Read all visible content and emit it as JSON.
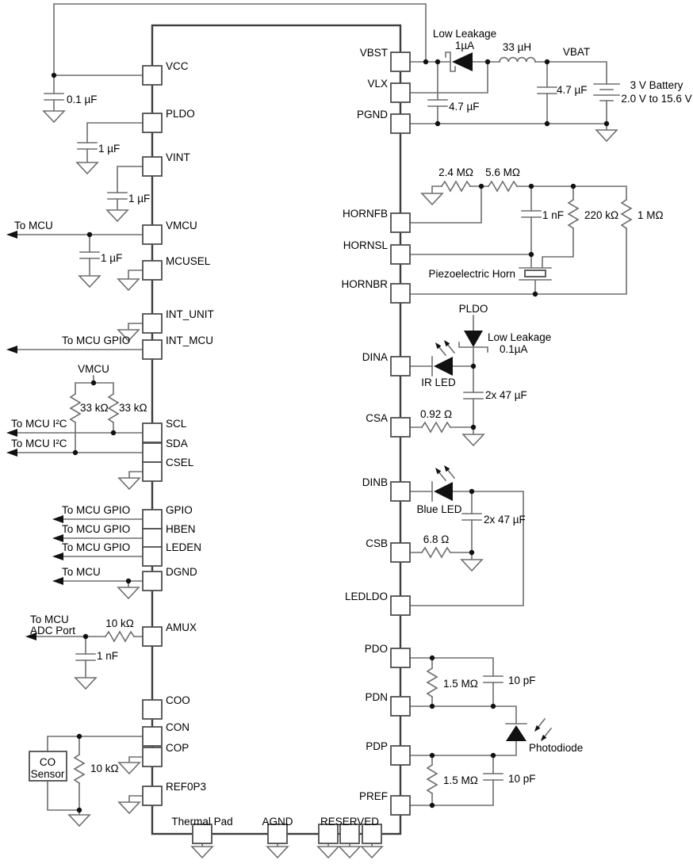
{
  "colors": {
    "wire": "#6e6e6e",
    "chip_outline": "#3d3d3d",
    "symbol_fill": "#111111",
    "text": "#000000",
    "background": "#ffffff"
  },
  "pins": {
    "left": [
      {
        "label": "VCC"
      },
      {
        "label": "PLDO"
      },
      {
        "label": "VINT"
      },
      {
        "label": "VMCU"
      },
      {
        "label": "MCUSEL"
      },
      {
        "label": "INT_UNIT"
      },
      {
        "label": "INT_MCU"
      },
      {
        "label": "SCL"
      },
      {
        "label": "SDA"
      },
      {
        "label": "CSEL"
      },
      {
        "label": "GPIO"
      },
      {
        "label": "HBEN"
      },
      {
        "label": "LEDEN"
      },
      {
        "label": "DGND"
      },
      {
        "label": "AMUX"
      },
      {
        "label": "COO"
      },
      {
        "label": "CON"
      },
      {
        "label": "COP"
      },
      {
        "label": "REF0P3"
      }
    ],
    "right": [
      {
        "label": "VBST"
      },
      {
        "label": "VLX"
      },
      {
        "label": "PGND"
      },
      {
        "label": "HORNFB"
      },
      {
        "label": "HORNSL"
      },
      {
        "label": "HORNBR"
      },
      {
        "label": "DINA"
      },
      {
        "label": "CSA"
      },
      {
        "label": "DINB"
      },
      {
        "label": "CSB"
      },
      {
        "label": "LEDLDO"
      },
      {
        "label": "PDO"
      },
      {
        "label": "PDN"
      },
      {
        "label": "PDP"
      },
      {
        "label": "PREF"
      }
    ],
    "bottom": [
      {
        "label": "Thermal Pad"
      },
      {
        "label": "AGND"
      },
      {
        "label": "RESERVED"
      }
    ]
  },
  "supply": {
    "c_vcc": "0.1 µF",
    "c_pldo": "1 µF",
    "c_vint": "1 µF"
  },
  "power": {
    "diode_note_1": "Low Leakage",
    "diode_note_2": "1µA",
    "inductor": "33 µH",
    "vbat": "VBAT",
    "cap_vbst": "4.7 µF",
    "cap_vbat": "4.7 µF",
    "battery_1": "3 V Battery",
    "battery_2": "2.0 V to 15.6 V"
  },
  "horn": {
    "r_gnd": "2.4 MΩ",
    "r_fb": "5.6 MΩ",
    "cap": "1 nF",
    "r_tap": "220 kΩ",
    "r_out": "1 MΩ",
    "piezo": "Piezoelectric Horn"
  },
  "led_a": {
    "net": "PLDO",
    "diode_note_1": "Low Leakage",
    "diode_note_2": "0.1µA",
    "led": "IR LED",
    "cap": "2x 47 µF",
    "r_sense": "0.92 Ω"
  },
  "led_b": {
    "led": "Blue LED",
    "cap": "2x 47 µF",
    "r_sense": "6.8 Ω"
  },
  "photo": {
    "r_top": "1.5 MΩ",
    "c_top": "10 pF",
    "r_bot": "1.5 MΩ",
    "c_bot": "10 pF",
    "label": "Photodiode"
  },
  "mcu": {
    "to_mcu": "To MCU",
    "to_mcu_gpio": "To MCU GPIO",
    "to_mcu_i2c": "To MCU I²C",
    "adc_1": "To MCU",
    "adc_2": "ADC Port",
    "vmcu_net": "VMCU",
    "r_pullup": "33 kΩ",
    "r_amux": "10 kΩ",
    "c_amux": "1 nF",
    "c_vmcu": "1 µF"
  },
  "co": {
    "line1": "CO",
    "line2": "Sensor",
    "r": "10 kΩ"
  }
}
